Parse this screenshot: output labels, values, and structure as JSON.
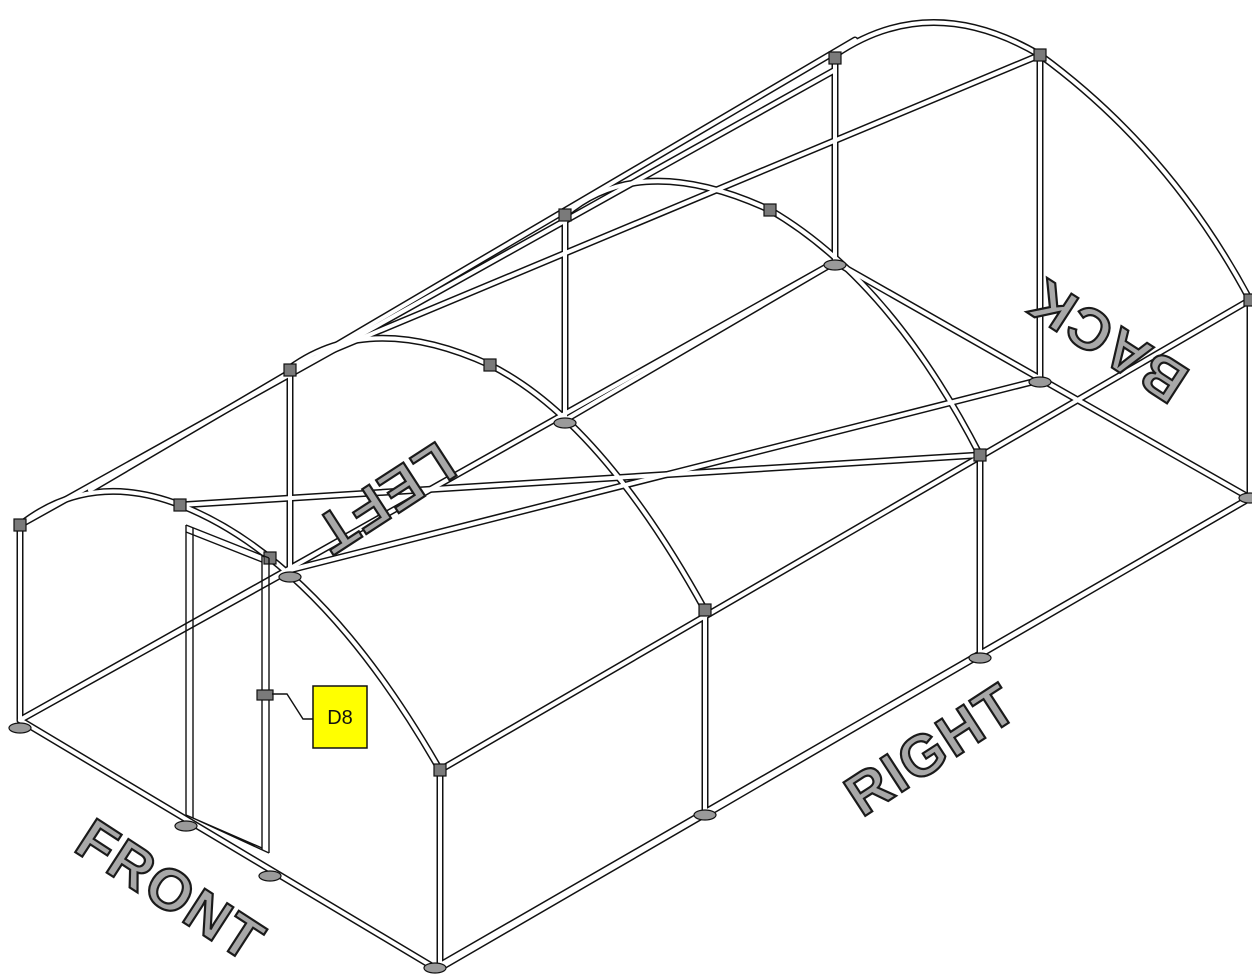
{
  "labels": {
    "front": "FRONT",
    "left": "LEFT",
    "right": "RIGHT",
    "back": "BACK"
  },
  "callout": {
    "id": "D8"
  },
  "colors": {
    "callout_fill": "#ffff00",
    "label_fill": "#a8a8a8",
    "frame_line": "#111111"
  }
}
